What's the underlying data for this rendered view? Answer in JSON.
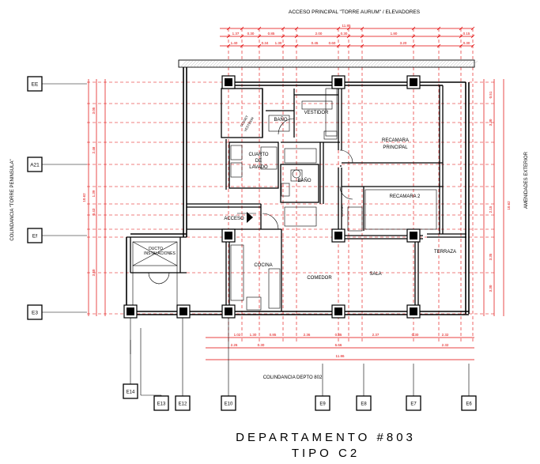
{
  "header": {
    "top_caption": "ACCESO PRINCIPAL \"TORRE AURUM\" / ELEVADORES",
    "left_side": "COLINDANCIA \"TORRE PENINSULA\"",
    "right_side": "AMENIDADES EXTERIOR",
    "bottom_caption": "COLINDANCIA DEPTO 802",
    "title": "DEPARTAMENTO #803",
    "subtitle": "TIPO C2"
  },
  "rooms": {
    "bano1": "BAÑO",
    "vestidor": "VESTIDOR",
    "recamara_principal_1": "RECAMARA",
    "recamara_principal_2": "PRINCIPAL",
    "cuarto_lavado_1": "CUARTO",
    "cuarto_lavado_2": "DE",
    "cuarto_lavado_3": "LAVADO",
    "bano2": "BAÑO",
    "recamara2": "RECAMARA 2",
    "acceso": "ACCESO",
    "ducto": "DUCTO",
    "instalaciones": "INSTALACIONES",
    "terraza": "TERRAZA",
    "cocina": "COCINA",
    "comedor": "COMEDOR",
    "sala": "SALA",
    "closet_left": "CLOSET",
    "closet_left_2": "VESTIDOR",
    "closet_mid": "CLOSET"
  },
  "axes_left": [
    "EE",
    "A21",
    "Ef",
    "E3"
  ],
  "axes_bottom": [
    "E14",
    "E13",
    "E12",
    "E10",
    "E9",
    "E8",
    "E7",
    "E6"
  ],
  "dims": {
    "top_total": "11.85",
    "top_row1": [
      "1.37",
      "0.30",
      "0.85",
      "2.00",
      "0.30",
      "1.80",
      "0.15"
    ],
    "top_row2": [
      "1.40",
      "0.34",
      "1.30",
      "0.45",
      "0.60",
      "3.20",
      "0.30"
    ],
    "bottom_row1": [
      "1.02",
      "1.30",
      "0.85",
      "2.36",
      "0.85",
      "2.37",
      "0.30",
      "2.32"
    ],
    "bottom_row2": [
      "2.26",
      "0.30",
      "6.66",
      "2.32"
    ],
    "bottom_total": "11.86",
    "left": [
      "3.05",
      "2.46",
      "1.39",
      "0.43",
      "3.40"
    ],
    "left_total": "10.62",
    "right": [
      "0.51",
      "3.30",
      "2.15",
      "3.35",
      "3.30"
    ],
    "right_total": "10.62"
  },
  "colors": {
    "line": "#000000",
    "dim": "#e00000",
    "hatch": "#b5b5b5"
  }
}
